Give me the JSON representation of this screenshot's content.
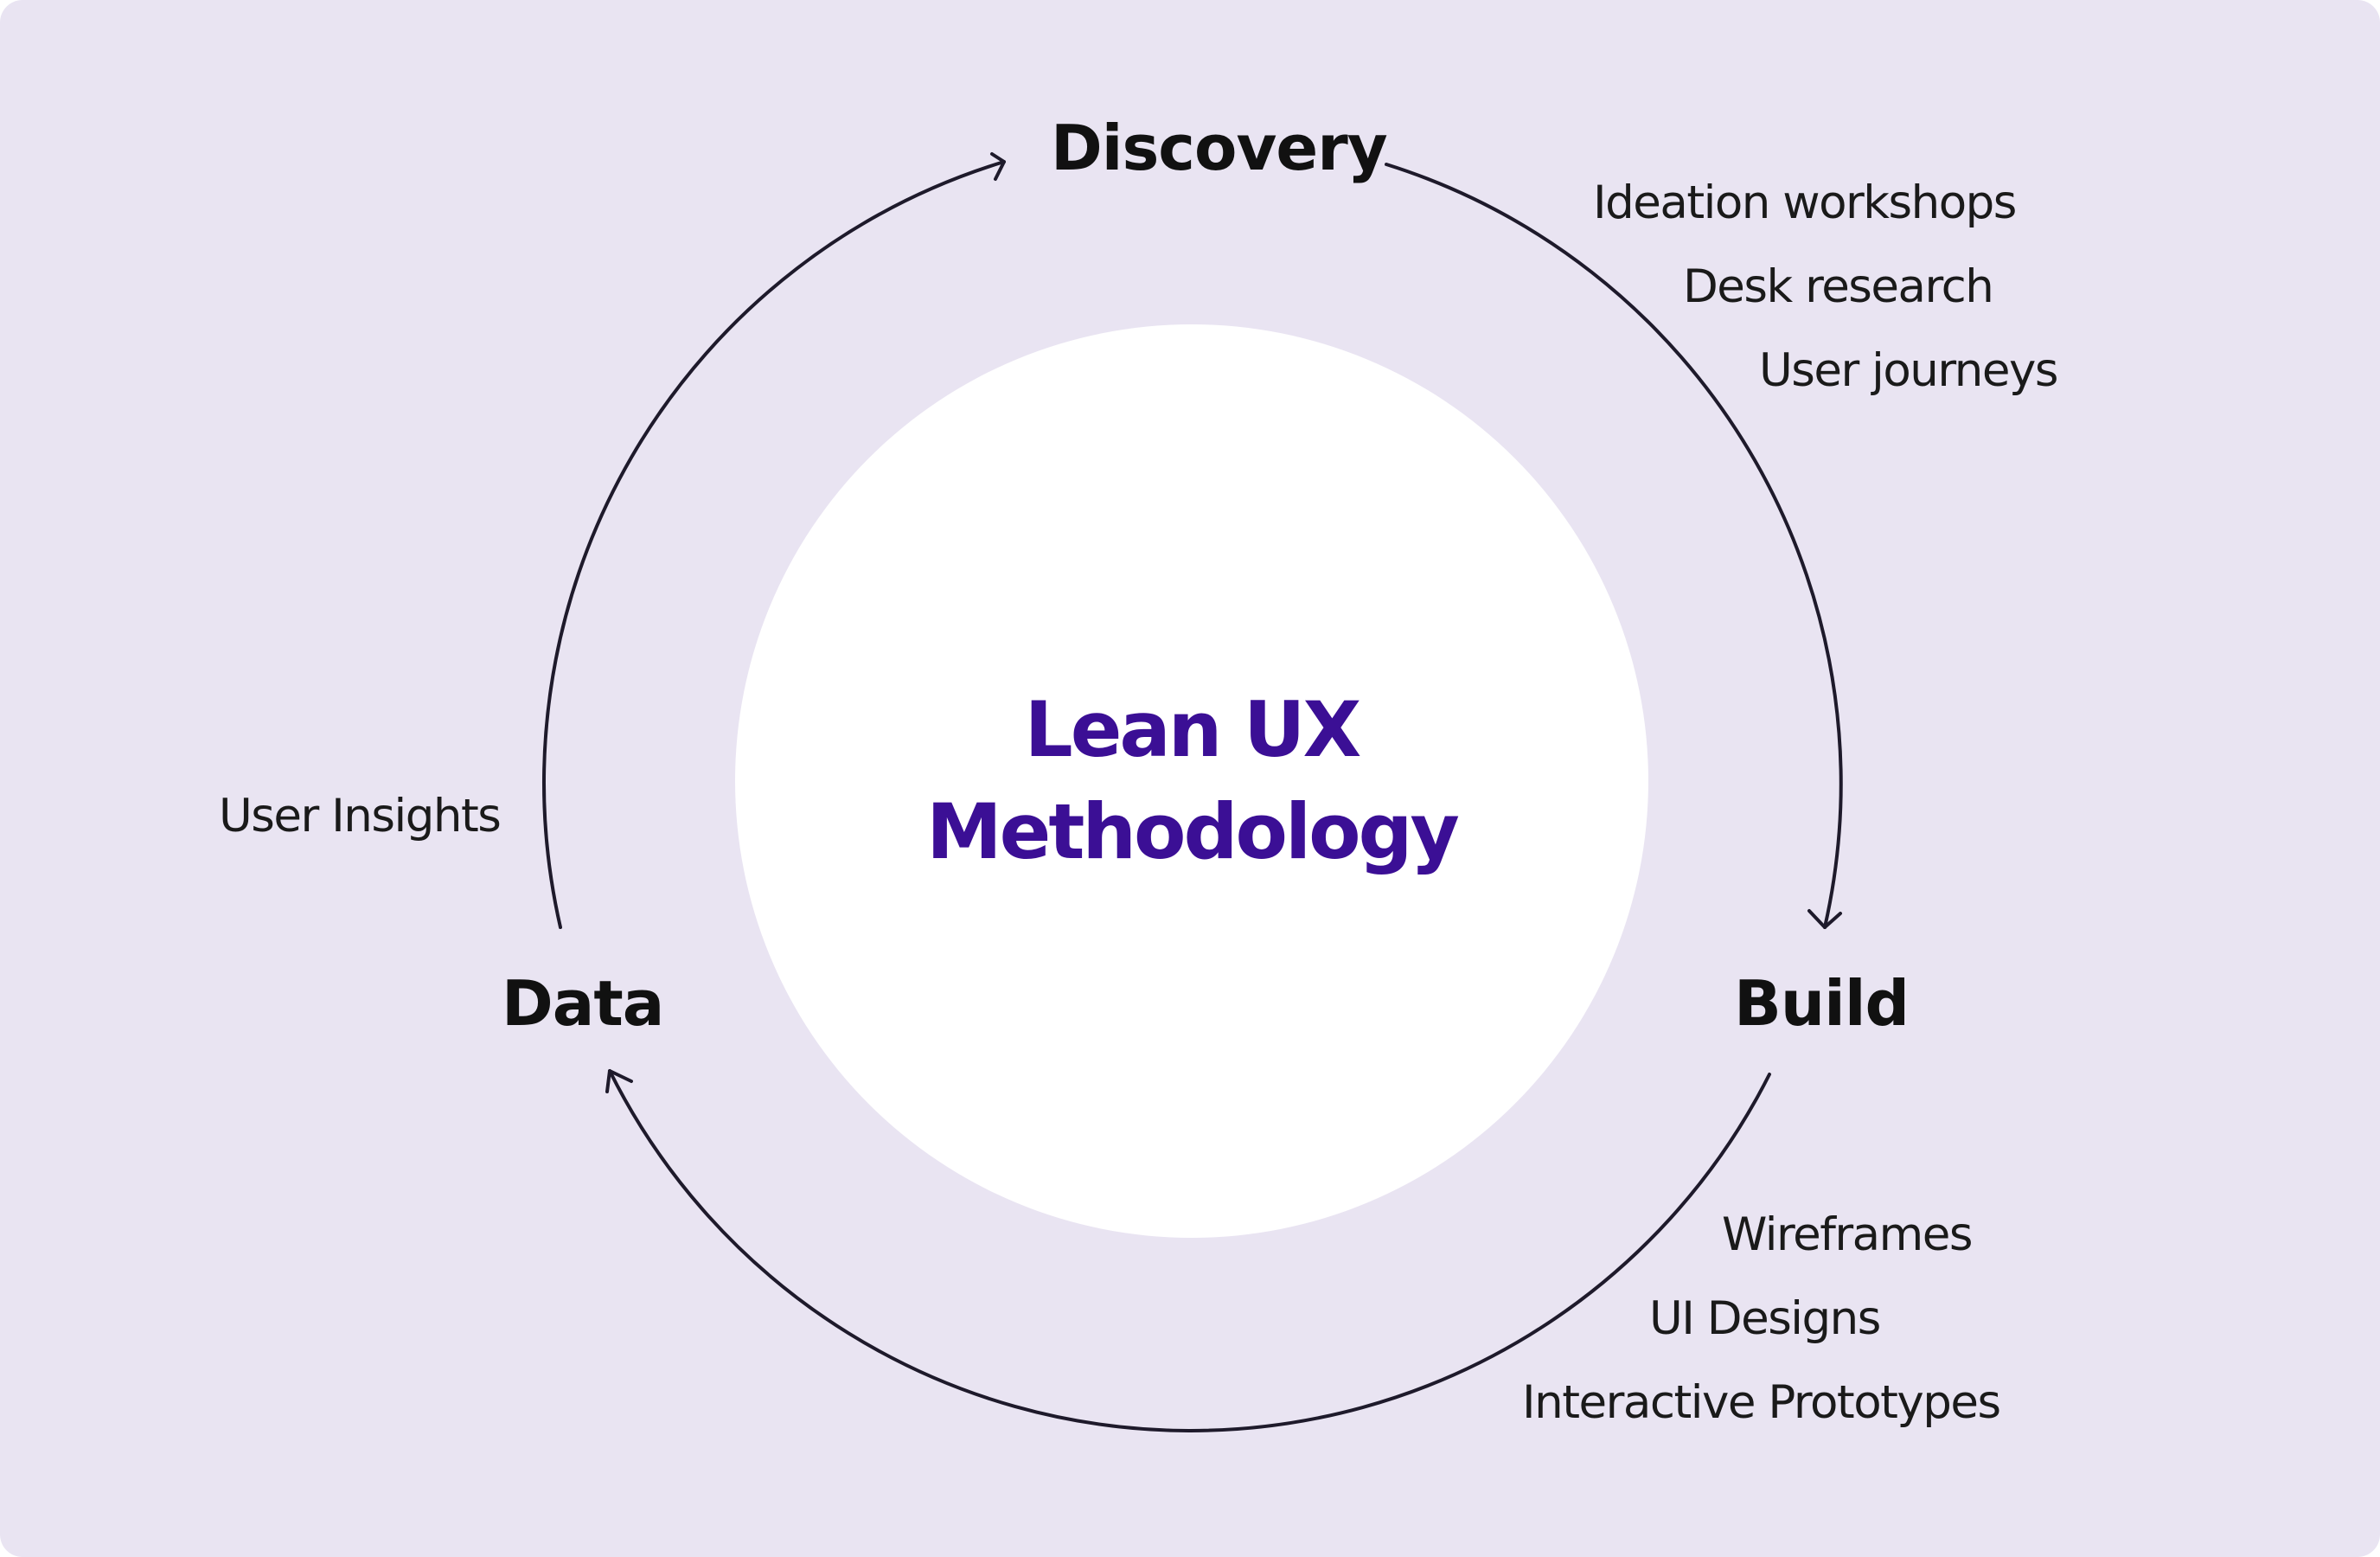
{
  "title": {
    "line1": "Lean UX",
    "line2": "Methodology"
  },
  "stages": {
    "discovery": "Discovery",
    "build": "Build",
    "data": "Data"
  },
  "discovery_items": [
    "Ideation workshops",
    "Desk research",
    "User journeys"
  ],
  "build_items": [
    "Wireframes",
    "UI Designs",
    "Interactive Prototypes"
  ],
  "data_items": [
    "User Insights"
  ],
  "colors": {
    "background": "#e9e4f2",
    "center_fill": "#ffffff",
    "title": "#3b0f95",
    "arrow": "#1e1a2b"
  }
}
